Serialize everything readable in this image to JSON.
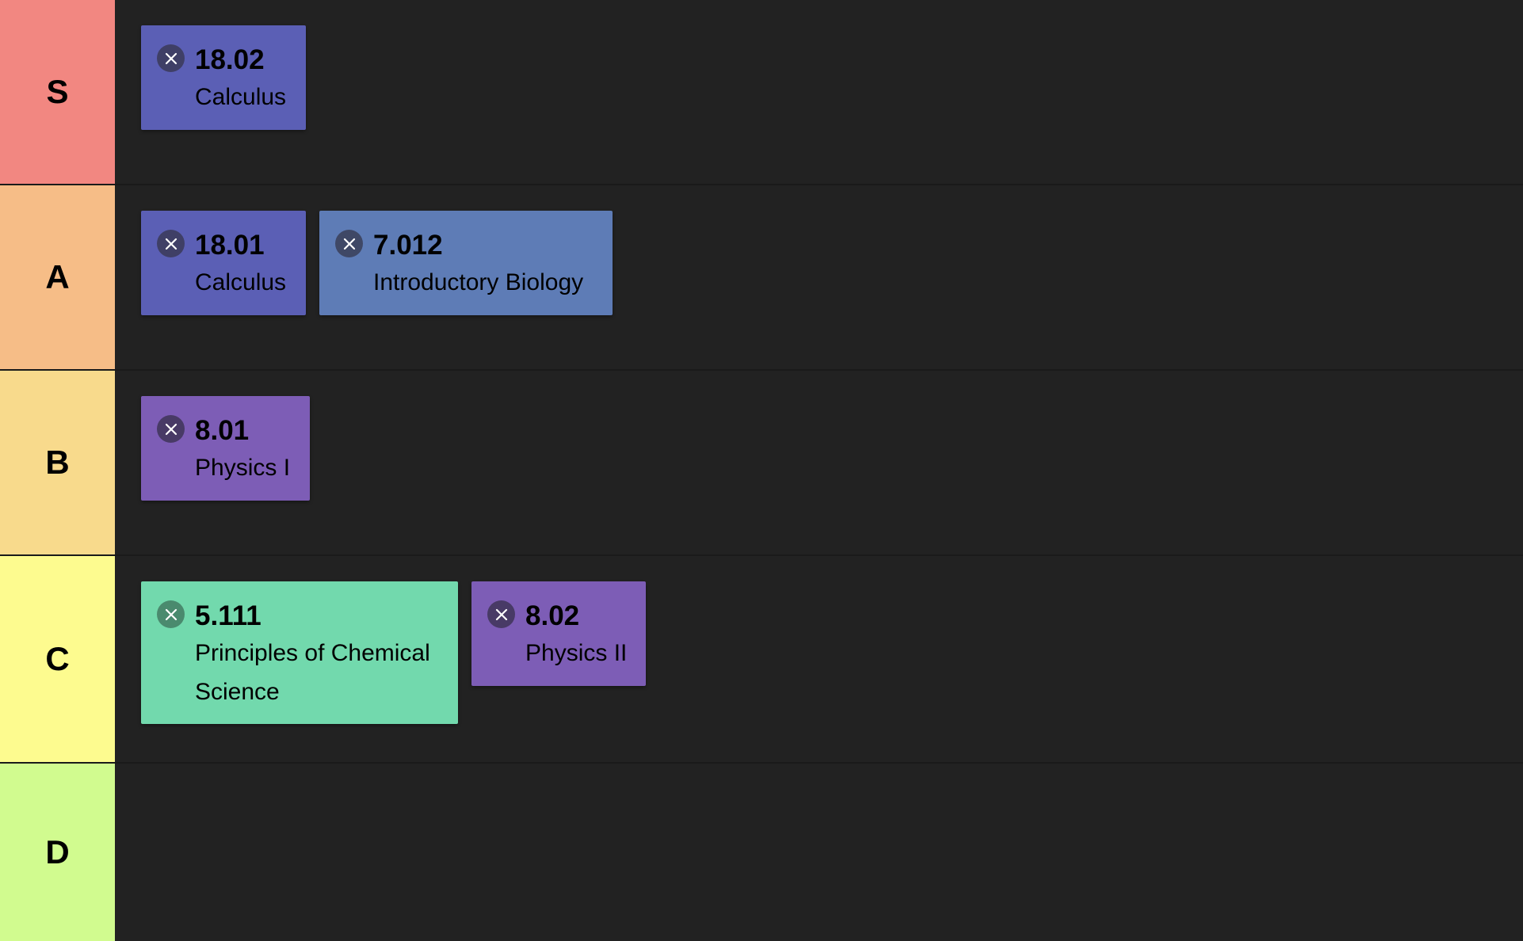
{
  "tiers": [
    {
      "label": "S",
      "color": "#f28781",
      "courses": [
        {
          "number": "18.02",
          "title": "Calculus",
          "color": "#5b5fb5",
          "button_color": "#3f3f66"
        }
      ]
    },
    {
      "label": "A",
      "color": "#f6bd87",
      "courses": [
        {
          "number": "18.01",
          "title": "Calculus",
          "color": "#5b5fb5",
          "button_color": "#3f3f66"
        },
        {
          "number": "7.012",
          "title": "Introductory Biology",
          "color": "#5e7cb6",
          "button_color": "#3f4866"
        }
      ]
    },
    {
      "label": "B",
      "color": "#f8da8c",
      "courses": [
        {
          "number": "8.01",
          "title": "Physics I",
          "color": "#7d5db6",
          "button_color": "#483a66"
        }
      ]
    },
    {
      "label": "C",
      "color": "#fdfb8f",
      "courses": [
        {
          "number": "5.111",
          "title": "Principles of Chemical Science",
          "color": "#72d9ad",
          "button_color": "#4a8a6e"
        },
        {
          "number": "8.02",
          "title": "Physics II",
          "color": "#7d5db6",
          "button_color": "#483a66"
        }
      ]
    },
    {
      "label": "D",
      "color": "#d1fb8f",
      "courses": []
    }
  ],
  "icons": {
    "remove": "close-icon"
  }
}
